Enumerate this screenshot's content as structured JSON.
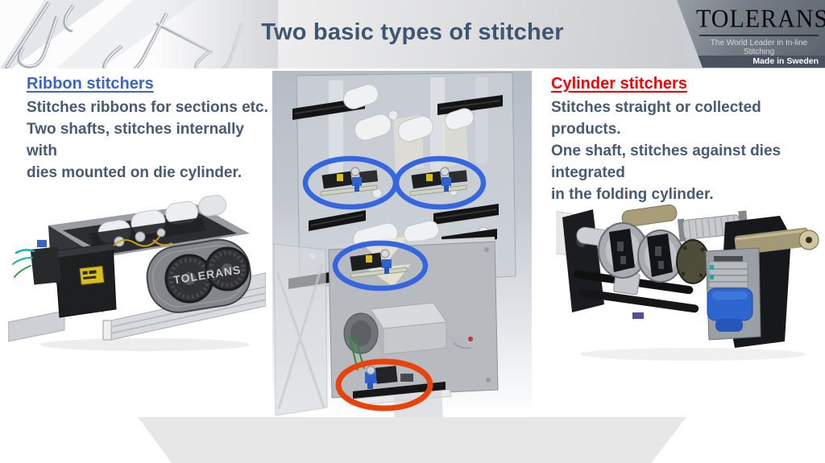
{
  "slide": {
    "title": "Two basic types of stitcher",
    "title_color": "#3F5673",
    "background": "#FFFFFF"
  },
  "logo": {
    "brand": "TOLERANS",
    "tagline": "The World Leader in In-line Stitching",
    "origin": "Made in Sweden"
  },
  "sections": {
    "ribbon": {
      "heading": "Ribbon stitchers",
      "heading_color": "#3D64C8",
      "description": "Stitches ribbons for sections etc.\nTwo shafts, stitches internally with\ndies mounted on die cylinder."
    },
    "cylinder": {
      "heading": "Cylinder stitchers",
      "heading_color": "#FB0000",
      "description": "Stitches straight or collected products.\nOne shaft, stitches against dies integrated\nin the folding cylinder."
    }
  },
  "figures": {
    "wire_photo_label": "stitching wire staples photo",
    "press_diagram": {
      "label": "press section CAD view with stitcher locations",
      "ribbon_highlight_color": "#3566DF",
      "ribbon_highlight_count": 3,
      "cylinder_highlight_color": "#E8430D",
      "cylinder_highlight_count": 1
    },
    "ribbon_machine": {
      "label": "ribbon stitcher unit on rails",
      "embossed_label": "TOLERANS"
    },
    "cylinder_machine": {
      "label": "cylinder stitcher unit with blue motor"
    }
  }
}
